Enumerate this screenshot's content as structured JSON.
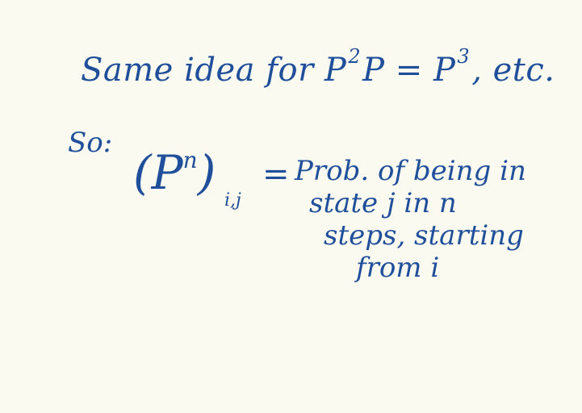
{
  "line1": {
    "prefix": "Same idea for P",
    "sup1": "2",
    "middle": "P = P",
    "sup2": "3",
    "suffix": ", etc."
  },
  "so_label": "So:",
  "formula": {
    "expr": "(P",
    "power": "n",
    "close": ")",
    "subscript": "i,j",
    "equals": "="
  },
  "definition": {
    "line1": "Prob. of being in",
    "line2": "state j in n",
    "line3": "steps, starting",
    "line4": "from i"
  }
}
